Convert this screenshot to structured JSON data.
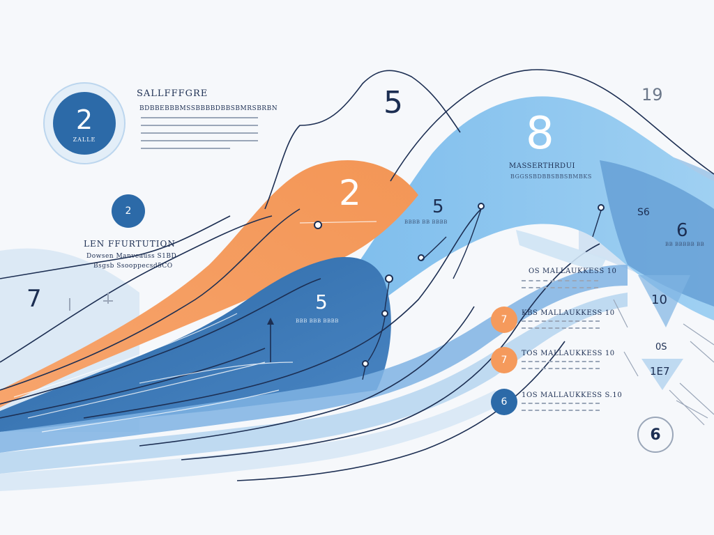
{
  "colors": {
    "navy": "#1c2e52",
    "deep_blue": "#2c6aa8",
    "mid_blue": "#5b98d4",
    "sky_blue": "#8ec6ee",
    "pale_blue": "#cfe3f4",
    "orange": "#f59a5c",
    "grey_line": "#9aa6b8",
    "background": "#f6f8fb"
  },
  "icons": {
    "node": "circle-node-icon",
    "arrow": "up-arrow-icon"
  },
  "top_left": {
    "badge_number": "2",
    "badge_caption": "ZALLE",
    "heading": "SALLFFFGRE",
    "subheading": "BDBBEBBBMSSBBBBDBBSBMRSBRBN"
  },
  "left": {
    "badge_number": "2",
    "heading": "LEN FFURTUTION",
    "line1": "Dowsen Manveauss  S1BD",
    "line2": "Bsgsb Ssooppecsd5CO",
    "side_number": "7"
  },
  "peaks": {
    "top_number": "5",
    "orange_number": "2",
    "blue_number": "8",
    "blue_heading": "MASSERTHRDUI",
    "blue_sub": "BGGSSBDBBSBBSBMBKS",
    "mid_number": "5",
    "mid_label": "BBBB BB BBBB",
    "dark_number": "5",
    "dark_label": "BBB BBB BBBB"
  },
  "right": {
    "corner_number": "19",
    "number_six": "6",
    "six_label": "BB BBBBB BB",
    "small_label": "S6",
    "row0": "OS  MALLAUKKESS  10",
    "rows": [
      {
        "badge": "7",
        "text": "KBS  MALLAUKKESS  10",
        "color": "#f59a5c"
      },
      {
        "badge": "7",
        "text": "TOS  MALLAUKKESS  10",
        "color": "#f59a5c"
      },
      {
        "badge": "6",
        "text": "1OS  MALLAUKKESS  S.10",
        "color": "#2c6aa8"
      }
    ],
    "band_number": "10",
    "label_a": "0S",
    "label_b": "1E7",
    "ring_number": "6"
  }
}
